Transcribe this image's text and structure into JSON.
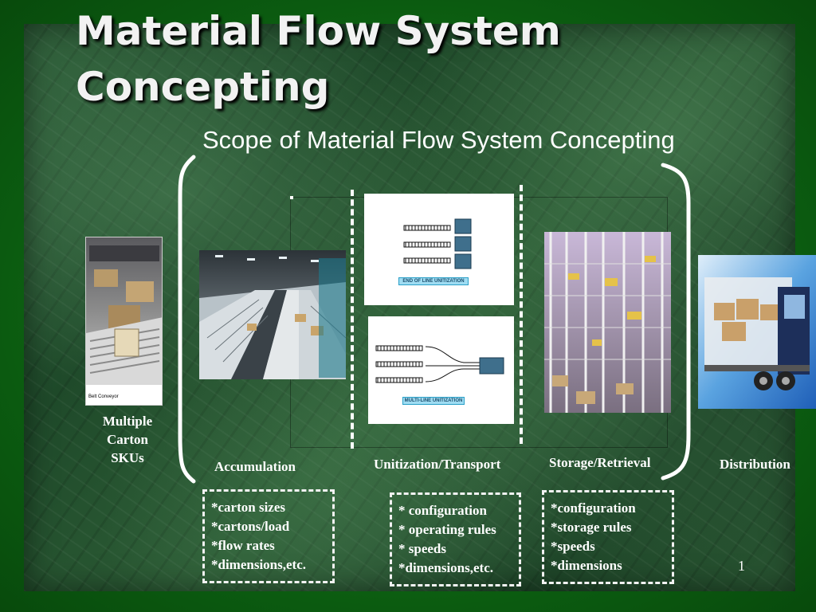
{
  "slide": {
    "title_line1": "Material Flow System",
    "title_line2": "Concepting",
    "subtitle": "Scope of Material Flow System Concepting",
    "page_number": "1"
  },
  "stages": {
    "sku": {
      "line1": "Multiple",
      "line2": "Carton",
      "line3": "SKUs"
    },
    "accumulation": "Accumulation",
    "unitization": "Unitization/Transport",
    "storage": "Storage/Retrieval",
    "distribution": "Distribution"
  },
  "images": {
    "belt_conveyor_caption": "Belt Conveyor",
    "end_of_line_label": "END OF LINE UNITIZATION",
    "multi_line_label": "MULTI-LINE UNITIZATION"
  },
  "notes": {
    "accumulation": [
      "*carton sizes",
      "*cartons/load",
      "*flow rates",
      "*dimensions,etc."
    ],
    "unitization": [
      "* configuration",
      "* operating rules",
      "* speeds",
      "*dimensions,etc."
    ],
    "storage": [
      "*configuration",
      "*storage rules",
      "*speeds",
      "*dimensions"
    ]
  },
  "colors": {
    "background": "#0d5e12",
    "text": "#ffffff",
    "tag_fill": "#9fdcf2"
  }
}
